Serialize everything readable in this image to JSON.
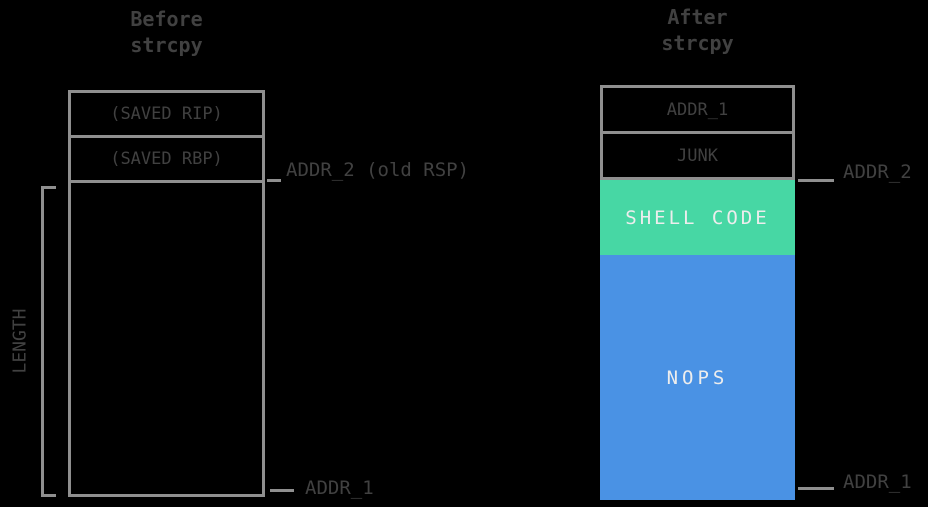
{
  "diagram": {
    "left": {
      "title": [
        "Before",
        "strcpy"
      ],
      "stack_rows": [
        "(SAVED RIP)",
        "(SAVED RBP)"
      ],
      "old_rsp_label": "ADDR_2 (old RSP)",
      "bottom_label": "ADDR_1",
      "length_label": "LENGTH"
    },
    "right": {
      "title": [
        "After",
        "strcpy"
      ],
      "stack_rows": [
        "ADDR_1",
        "JUNK"
      ],
      "shellcode_label": "SHELL CODE",
      "nops_label": "NOPS",
      "addr2_label": "ADDR_2",
      "addr1_label": "ADDR_1"
    },
    "colors": {
      "shellcode": "#47d7a4",
      "nops": "#4a92e4",
      "border": "#8f8f8f",
      "dim_text": "#414141",
      "light_text": "#ededed",
      "background": "#000000"
    }
  }
}
